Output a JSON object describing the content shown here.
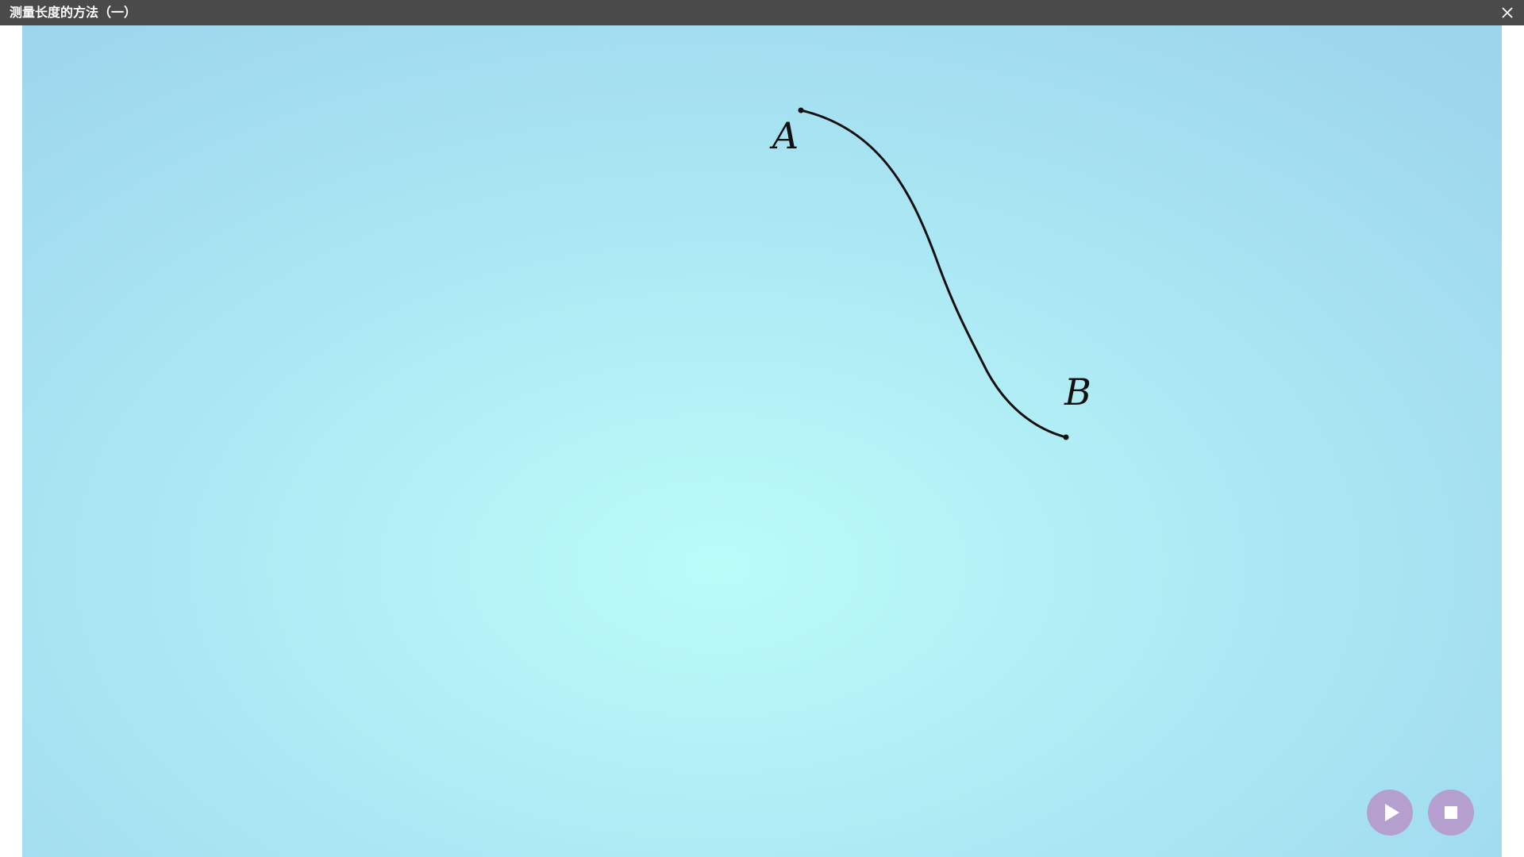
{
  "window": {
    "title": "测量长度的方法（一）",
    "close_icon": "close-icon"
  },
  "canvas": {
    "background_center": "#b9fcf8",
    "background_edge": "#9cd4ec",
    "curve_color": "#111111",
    "points": [
      {
        "label": "A"
      },
      {
        "label": "B"
      }
    ]
  },
  "controls": {
    "play": {
      "icon": "play-icon",
      "color": "#b49fcf"
    },
    "stop": {
      "icon": "stop-icon",
      "color": "#b49fcf"
    }
  }
}
